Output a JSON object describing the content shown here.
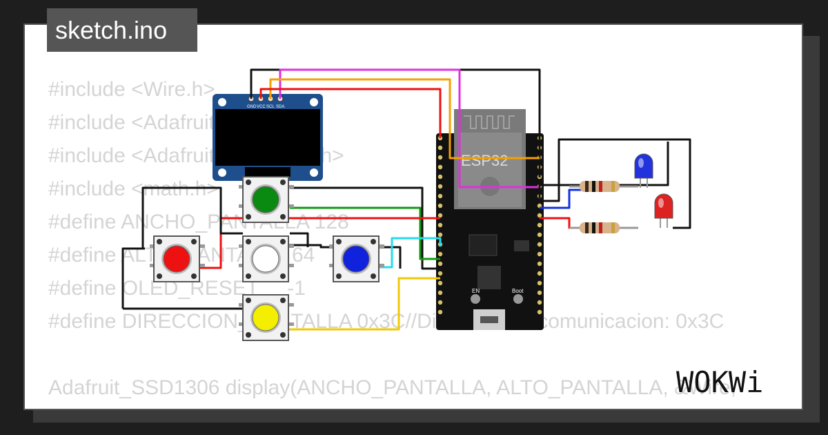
{
  "tab": {
    "title": "sketch.ino"
  },
  "code_lines": [
    "#include <Wire.h>",
    "#include <Adafruit_GFX.h>",
    "#include <Adafruit_SSD1306.h>",
    "#include <math.h>",
    "#define ANCHO_PANTALLA 128",
    "#define ALTO_PANTALLA 64",
    "#define OLED_RESET     -1",
    "#define DIRECCION_PANTALLA 0x3C//Direccion de comunicacion: 0x3C",
    "",
    "Adafruit_SSD1306 display(ANCHO_PANTALLA, ALTO_PANTALLA, &Wire,"
  ],
  "oled": {
    "pins": [
      "GND",
      "VCC",
      "SCL",
      "SDA"
    ]
  },
  "esp32": {
    "label": "ESP32",
    "en_label": "EN",
    "boot_label": "Boot"
  },
  "buttons": [
    {
      "name": "green",
      "color": "#0b8a12"
    },
    {
      "name": "red",
      "color": "#ee1111"
    },
    {
      "name": "white",
      "color": "#ffffff"
    },
    {
      "name": "blue",
      "color": "#1122dd"
    },
    {
      "name": "yellow",
      "color": "#f4ee00"
    }
  ],
  "leds": [
    {
      "name": "blue",
      "color": "#2233dd"
    },
    {
      "name": "red",
      "color": "#dd2222"
    }
  ],
  "wire_colors": {
    "black": "#111111",
    "magenta": "#e02ee0",
    "orange": "#f5a000",
    "red": "#ee1111",
    "green": "#119911",
    "cyan": "#22ddee",
    "yellow": "#f2c800",
    "blue": "#1133dd"
  },
  "logo": {
    "text": "WOKWi"
  }
}
